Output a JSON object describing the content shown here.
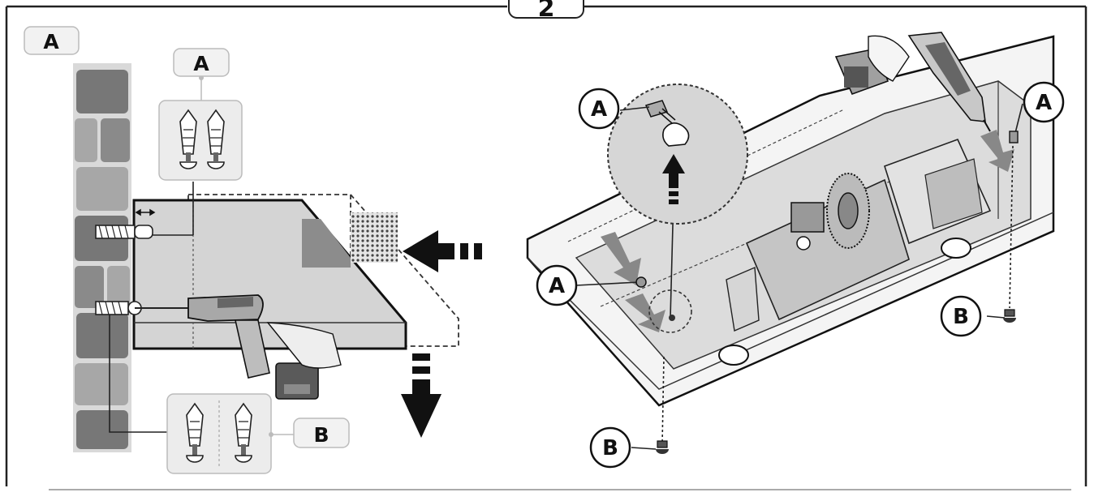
{
  "step": {
    "number": "2"
  },
  "left_panel": {
    "corner_label": "A",
    "top_callout_label": "A",
    "bottom_callout_label": "B"
  },
  "right_panel": {
    "labels": {
      "zoom": "A",
      "right": "A",
      "lower_left": "A",
      "b_right": "B",
      "b_bottom": "B"
    }
  },
  "colors": {
    "line": "#111111",
    "brick": "#777777",
    "brick_light": "#a7a7a7",
    "mortar": "#d9d9d9",
    "hood_fill": "#d4d4d4",
    "panel_fill": "#ececec",
    "arrow_grey": "#888888"
  }
}
